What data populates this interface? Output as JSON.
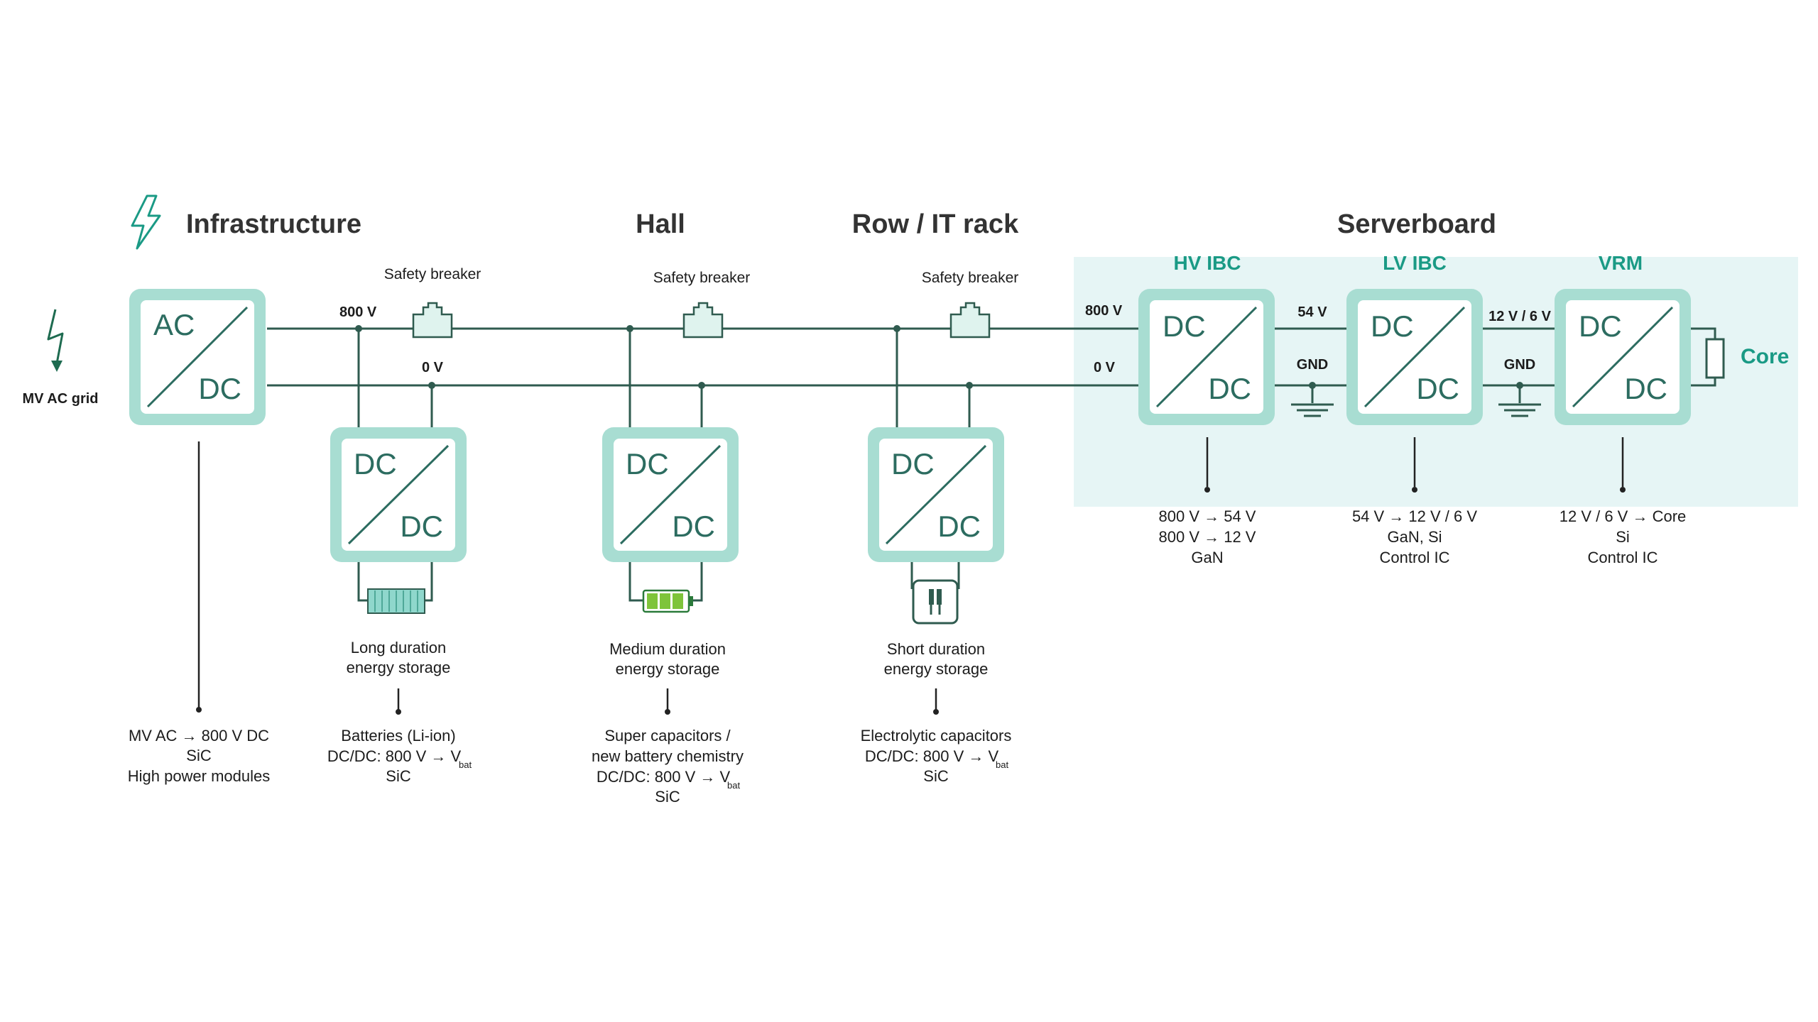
{
  "headers": {
    "infrastructure": "Infrastructure",
    "hall": "Hall",
    "row_rack": "Row / IT rack",
    "serverboard": "Serverboard"
  },
  "subheaders": {
    "hv_ibc": "HV IBC",
    "lv_ibc": "LV IBC",
    "vrm": "VRM"
  },
  "grid_label": "MV AC grid",
  "bus_labels": {
    "v800_main": "800 V",
    "v0_main": "0 V",
    "v800_server": "800 V",
    "v0_server": "0 V",
    "v54": "54 V",
    "gnd1": "GND",
    "v12_6": "12 V / 6 V",
    "gnd2": "GND",
    "core": "Core"
  },
  "breakers": [
    "Safety breaker",
    "Safety breaker",
    "Safety breaker"
  ],
  "converters": {
    "acdc": {
      "top": "AC",
      "bottom": "DC"
    },
    "dcdc": {
      "top": "DC",
      "bottom": "DC"
    }
  },
  "storage_titles": [
    [
      "Long duration",
      "energy storage"
    ],
    [
      "Medium duration",
      "energy storage"
    ],
    [
      "Short duration",
      "energy storage"
    ]
  ],
  "bottom_captions": {
    "infra": [
      "MV AC → 800 V DC",
      "SiC",
      "High power modules"
    ],
    "long": {
      "line1": "Batteries (Li-ion)",
      "line2_main": "DC/DC: 800 V  →  V",
      "line2_sub": "bat",
      "line3": "SiC"
    },
    "medium": {
      "line1": "Super capacitors /",
      "line2": "new battery chemistry",
      "line3_main": "DC/DC: 800 V  →  V",
      "line3_sub": "bat",
      "line4": "SiC"
    },
    "short": {
      "line1": "Electrolytic capacitors",
      "line2_main": "DC/DC: 800 V  →  V",
      "line2_sub": "bat",
      "line3": "SiC"
    }
  },
  "server_captions": {
    "hv": [
      "800 V → 54 V",
      "800 V → 12 V",
      "GaN"
    ],
    "lv": [
      "54 V → 12 V / 6 V",
      "GaN, Si",
      "Control IC"
    ],
    "vrm": [
      "12 V / 6 V → Core",
      "Si",
      "Control IC"
    ]
  },
  "colors": {
    "accent": "#1a9a85",
    "box_border": "#a8ddd2",
    "server_bg": "#e6f5f5",
    "wire": "#2f5b4f",
    "battery_green": "#7ec43a",
    "battery_dark": "#2a7a3a",
    "pack_teal": "#8fd7cc"
  },
  "icons": [
    "lightning-icon",
    "grid-arrow-icon",
    "safety-breaker-icon",
    "ground-icon",
    "battery-pack-icon",
    "battery-icon",
    "capacitor-icon",
    "core-load-icon"
  ]
}
